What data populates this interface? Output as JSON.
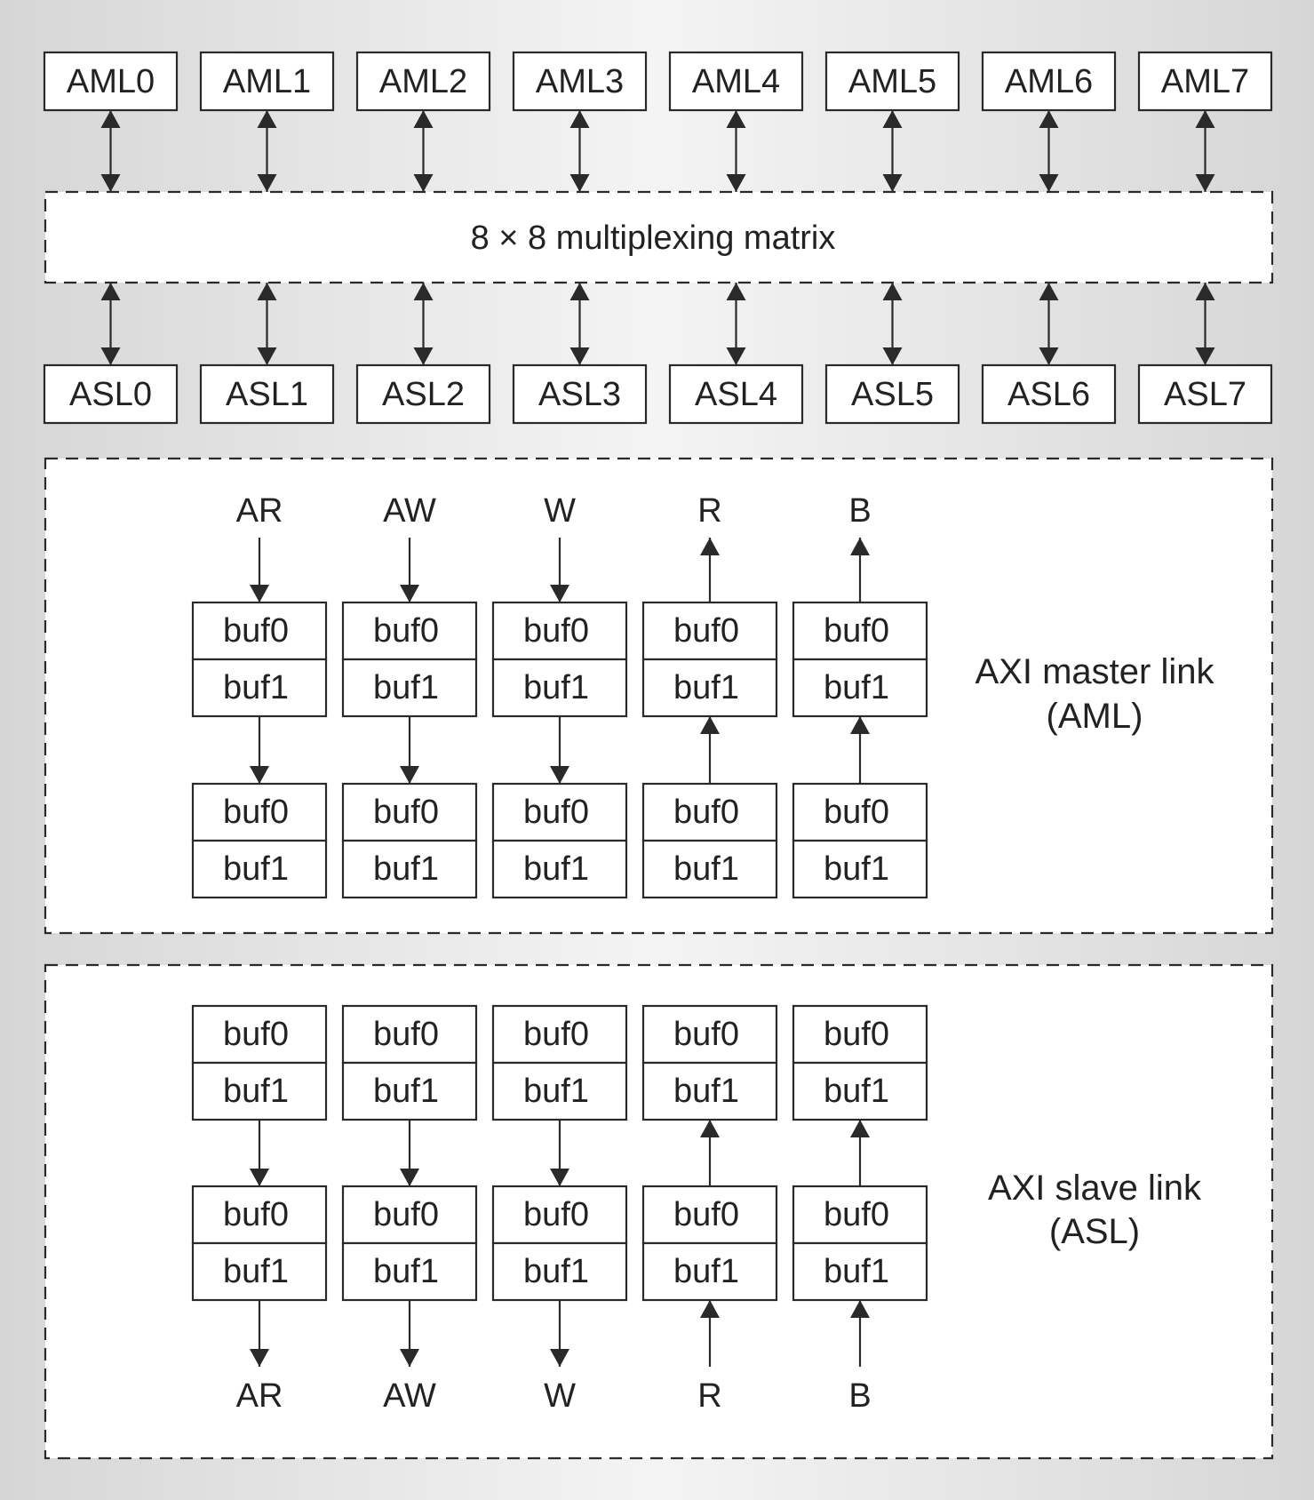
{
  "matrix": {
    "label": "8 × 8 multiplexing matrix"
  },
  "masters": [
    "AML0",
    "AML1",
    "AML2",
    "AML3",
    "AML4",
    "AML5",
    "AML6",
    "AML7"
  ],
  "slaves": [
    "ASL0",
    "ASL1",
    "ASL2",
    "ASL3",
    "ASL4",
    "ASL5",
    "ASL6",
    "ASL7"
  ],
  "channels": [
    {
      "name": "AR",
      "master_dir": "in"
    },
    {
      "name": "AW",
      "master_dir": "in"
    },
    {
      "name": "W",
      "master_dir": "in"
    },
    {
      "name": "R",
      "master_dir": "out"
    },
    {
      "name": "B",
      "master_dir": "out"
    }
  ],
  "buffers": [
    "buf0",
    "buf1"
  ],
  "aml_panel": {
    "title_line1": "AXI master link",
    "title_line2": "(AML)"
  },
  "asl_panel": {
    "title_line1": "AXI slave link",
    "title_line2": "(ASL)"
  }
}
